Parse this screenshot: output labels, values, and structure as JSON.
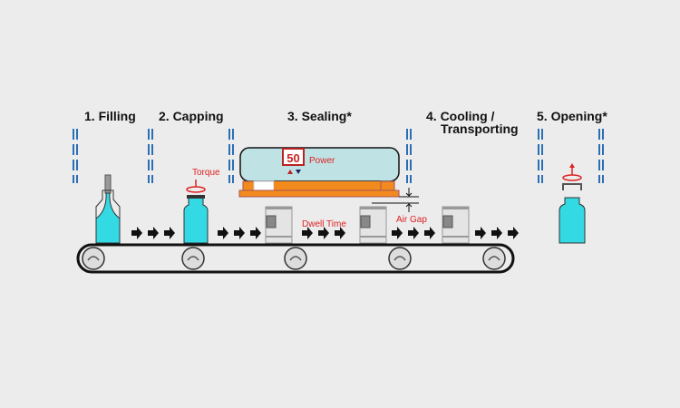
{
  "steps": [
    {
      "label": "1. Filling"
    },
    {
      "label": "2. Capping"
    },
    {
      "label": "3. Sealing*"
    },
    {
      "label": "4. Cooling /",
      "label2": "Transporting"
    },
    {
      "label": "5. Opening*"
    }
  ],
  "annotations": {
    "torque": "Torque",
    "power_value": "50",
    "power": "Power",
    "dwell_time": "Dwell Time",
    "air_gap": "Air Gap"
  },
  "colors": {
    "liquid": "#33d9e3",
    "sealer": "#bfe3e5",
    "plate": "#f28a1e",
    "divider": "#2a6fb5",
    "accent": "#d22222"
  }
}
